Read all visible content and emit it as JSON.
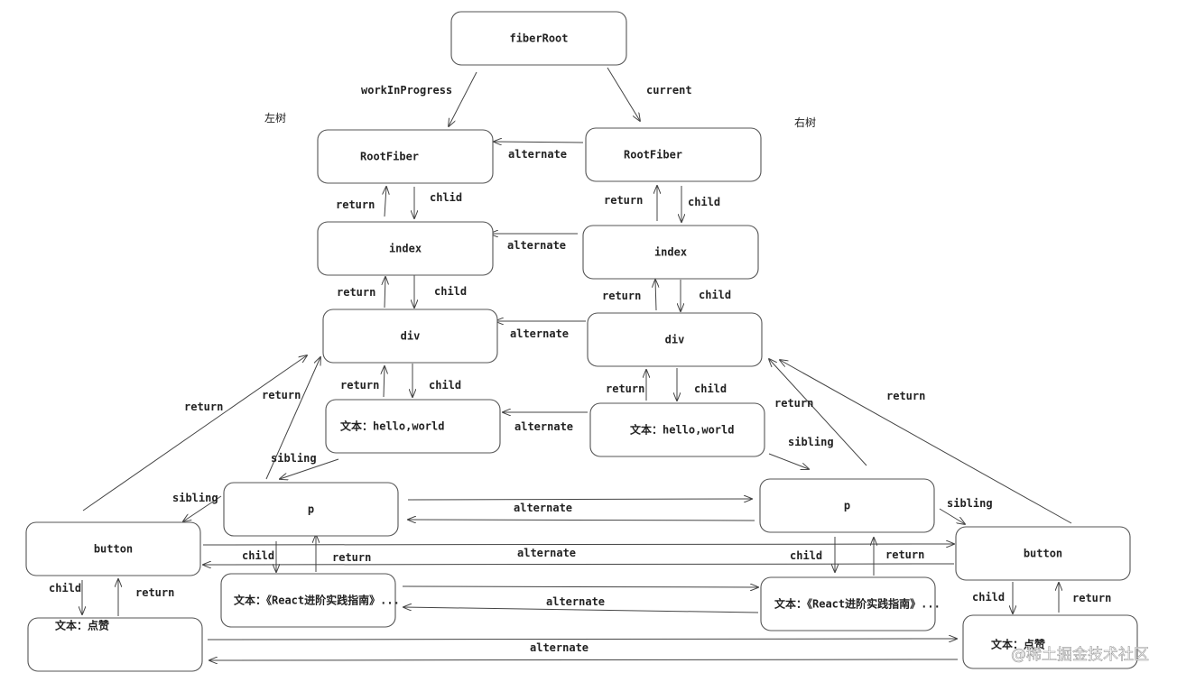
{
  "side_labels": {
    "left": "左树",
    "right": "右树"
  },
  "nodes": [
    {
      "id": "fiberRoot",
      "label": "fiberRoot"
    },
    {
      "id": "rootfiber-left",
      "label": "RootFiber"
    },
    {
      "id": "rootfiber-right",
      "label": "RootFiber"
    },
    {
      "id": "index-left",
      "label": "index"
    },
    {
      "id": "index-right",
      "label": "index"
    },
    {
      "id": "div-left",
      "label": "div"
    },
    {
      "id": "div-right",
      "label": "div"
    },
    {
      "id": "text-hello-left",
      "label": "文本：hello,world"
    },
    {
      "id": "text-hello-right",
      "label": "文本：hello,world"
    },
    {
      "id": "p-left",
      "label": "p"
    },
    {
      "id": "p-right",
      "label": "p"
    },
    {
      "id": "button-left",
      "label": "button"
    },
    {
      "id": "button-right",
      "label": "button"
    },
    {
      "id": "text-react-left",
      "label": "文本：《React进阶实践指南》..."
    },
    {
      "id": "text-react-right",
      "label": "文本：《React进阶实践指南》..."
    },
    {
      "id": "text-like-left",
      "label": "文本：点赞"
    },
    {
      "id": "text-like-right",
      "label": "文本：点赞"
    }
  ],
  "edges": [
    {
      "id": "e-wip",
      "label": "workInProgress"
    },
    {
      "id": "e-current",
      "label": "current"
    },
    {
      "id": "e-alt-rootfiber",
      "label": "alternate"
    },
    {
      "id": "e-ret-rootfiber-left",
      "label": "return"
    },
    {
      "id": "e-child-rootfiber-left",
      "label": "chlid"
    },
    {
      "id": "e-ret-rootfiber-right",
      "label": "return"
    },
    {
      "id": "e-child-rootfiber-right",
      "label": "child"
    },
    {
      "id": "e-alt-index",
      "label": "alternate"
    },
    {
      "id": "e-ret-index-left",
      "label": "return"
    },
    {
      "id": "e-child-index-left",
      "label": "child"
    },
    {
      "id": "e-ret-index-right",
      "label": "return"
    },
    {
      "id": "e-child-index-right",
      "label": "child"
    },
    {
      "id": "e-alt-div",
      "label": "alternate"
    },
    {
      "id": "e-ret-div-left",
      "label": "return"
    },
    {
      "id": "e-child-div-left",
      "label": "child"
    },
    {
      "id": "e-ret-div-right",
      "label": "return"
    },
    {
      "id": "e-child-div-right",
      "label": "child"
    },
    {
      "id": "e-alt-hello",
      "label": "alternate"
    },
    {
      "id": "e-sib-hello-p-left",
      "label": "sibling"
    },
    {
      "id": "e-sib-hello-p-right",
      "label": "sibling"
    },
    {
      "id": "e-ret-button-left",
      "label": "return"
    },
    {
      "id": "e-ret-p-left",
      "label": "return"
    },
    {
      "id": "e-ret-p-right",
      "label": "return"
    },
    {
      "id": "e-ret-button-right",
      "label": "return"
    },
    {
      "id": "e-sib-p-button-left",
      "label": "sibling"
    },
    {
      "id": "e-sib-p-button-right",
      "label": "sibling"
    },
    {
      "id": "e-alt-p",
      "label": "alternate"
    },
    {
      "id": "e-alt-button",
      "label": "alternate"
    },
    {
      "id": "e-child-p-left",
      "label": "child"
    },
    {
      "id": "e-ret-p-react-left",
      "label": "return"
    },
    {
      "id": "e-child-p-right",
      "label": "child"
    },
    {
      "id": "e-ret-p-react-right",
      "label": "return"
    },
    {
      "id": "e-alt-react",
      "label": "alternate"
    },
    {
      "id": "e-child-button-left",
      "label": "child"
    },
    {
      "id": "e-ret-button-like-left",
      "label": "return"
    },
    {
      "id": "e-child-button-right",
      "label": "child"
    },
    {
      "id": "e-ret-button-like-right",
      "label": "return"
    },
    {
      "id": "e-alt-like",
      "label": "alternate"
    }
  ],
  "watermark": "@稀土掘金技术社区"
}
